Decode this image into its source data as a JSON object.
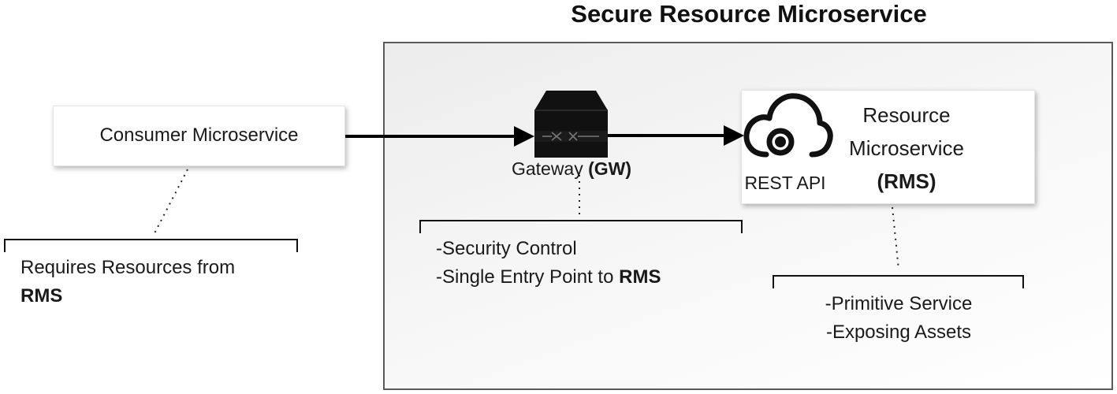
{
  "title": "Secure Resource Microservice",
  "consumer": {
    "label": "Consumer Microservice"
  },
  "consumer_note": {
    "line1": "Requires Resources from",
    "line2": "RMS"
  },
  "gateway": {
    "label": "Gateway ",
    "label_bold": "(GW)"
  },
  "gateway_note": {
    "line1": "-Security Control",
    "line2_prefix": "-Single Entry Point to ",
    "line2_bold": "RMS"
  },
  "rms": {
    "line1": "Resource",
    "line2": "Microservice",
    "line3": "(RMS)",
    "api_label": "REST API"
  },
  "rms_note": {
    "line1": "-Primitive Service",
    "line2": "-Exposing Assets"
  },
  "colors": {
    "frame": "#5a5a5a",
    "arrow": "#000000",
    "gateway": "#111111"
  }
}
